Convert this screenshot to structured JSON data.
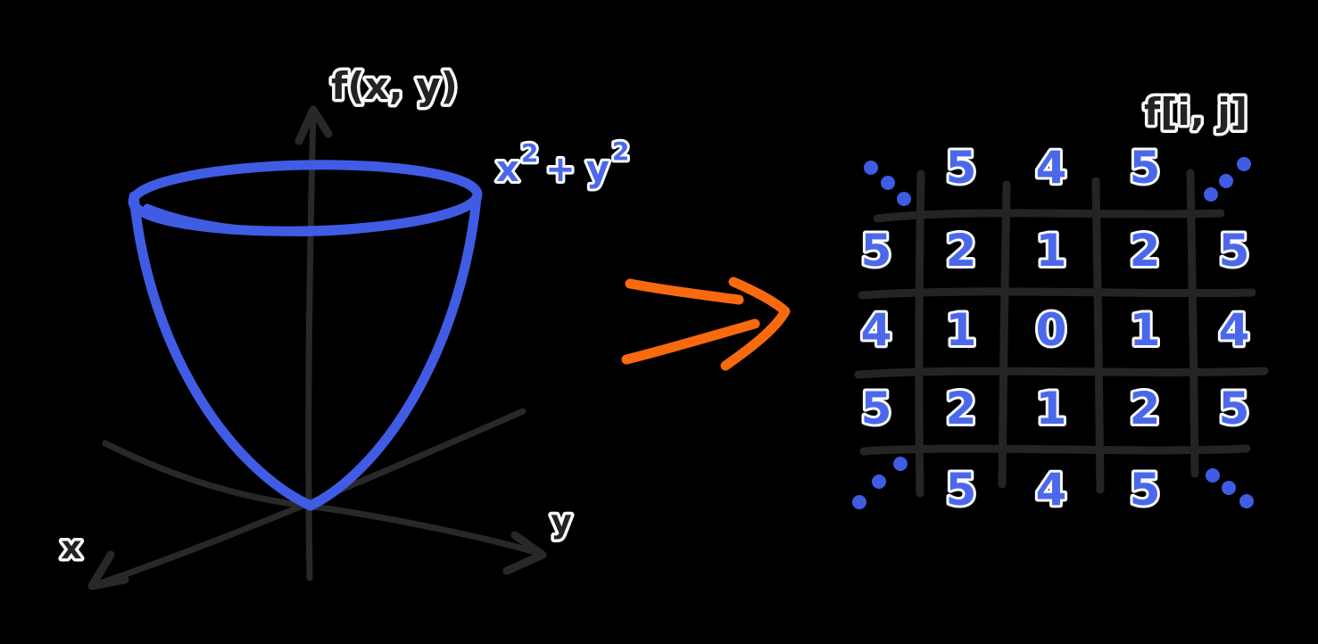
{
  "left_plot": {
    "title": "f(x, y)",
    "formula": {
      "term1_base": "x",
      "term1_exp": "2",
      "operator": "+",
      "term2_base": "y",
      "term2_exp": "2"
    },
    "x_axis_label": "x",
    "y_axis_label": "y"
  },
  "arrow": {
    "meaning": "maps-to",
    "color": "#f9690e"
  },
  "matrix": {
    "title": "f[i, j]",
    "rows": [
      [
        null,
        5,
        4,
        5,
        null
      ],
      [
        5,
        2,
        1,
        2,
        5
      ],
      [
        4,
        1,
        0,
        1,
        4
      ],
      [
        5,
        2,
        1,
        2,
        5
      ],
      [
        null,
        5,
        4,
        5,
        null
      ]
    ],
    "corner_ellipsis_dots": true
  },
  "colors": {
    "background": "#000000",
    "sketch_ink_dark": "#262626",
    "label_outline_white": "#fafafa",
    "curve_blue": "#415ce4",
    "number_blue": "#4b68ea",
    "dot_blue": "#3f5ce3",
    "arrow_orange": "#f9690e"
  }
}
